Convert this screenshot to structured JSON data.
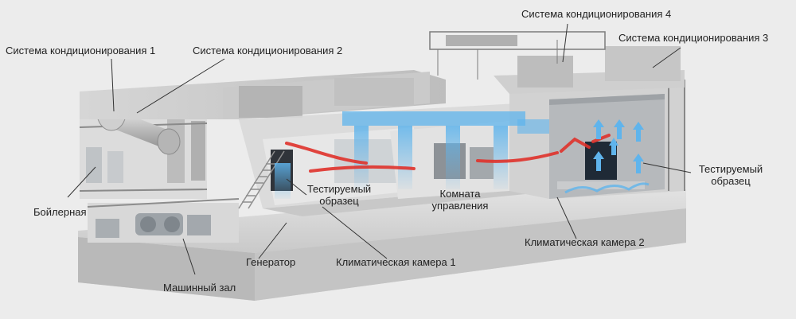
{
  "labels": {
    "ac1": "Система кондиционирования 1",
    "ac2": "Система кондиционирования 2",
    "ac3": "Система кондиционирования 3",
    "ac4": "Система кондиционирования 4",
    "boiler": "Бойлерная",
    "generator": "Генератор",
    "machine_room": "Машинный зал",
    "chamber1": "Климатическая камера 1",
    "chamber2": "Климатическая камера 2",
    "control_room_1": "Комната",
    "control_room_2": "управления",
    "test_sample_left_1": "Тестируемый",
    "test_sample_left_2": "образец",
    "test_sample_right_1": "Тестируемый",
    "test_sample_right_2": "образец"
  },
  "colors": {
    "background": "#ececec",
    "airflow_blue": "#5fb4ec",
    "airflow_red": "#e0322b",
    "leader_line": "#333333"
  },
  "icons": [
    "arrow-up-icon"
  ]
}
